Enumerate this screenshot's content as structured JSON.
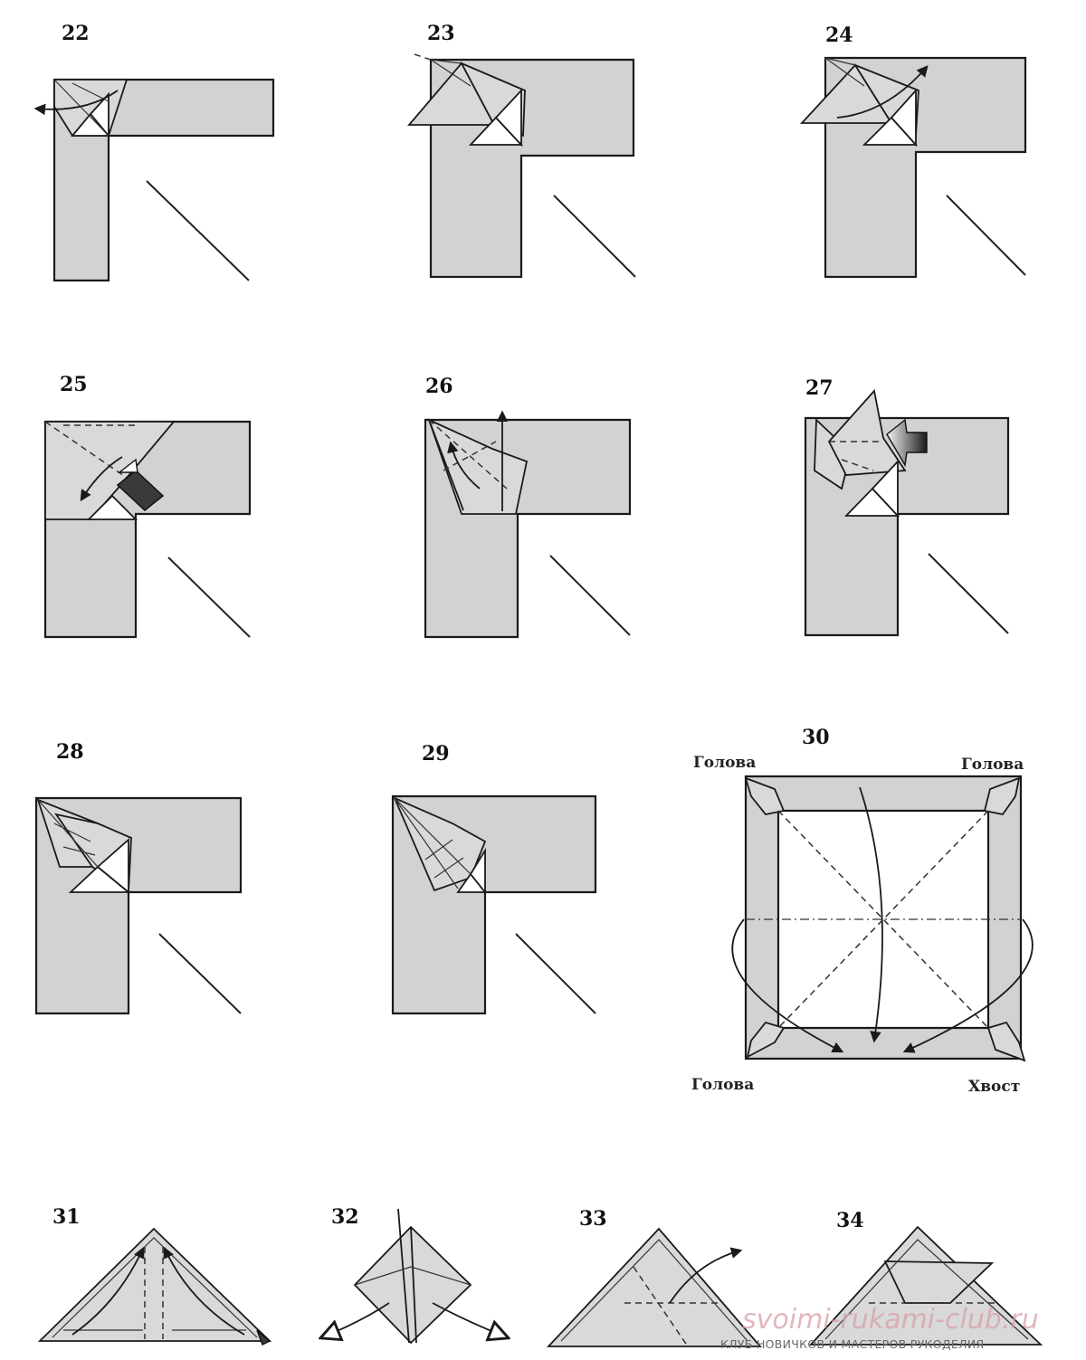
{
  "steps": {
    "s22": "22",
    "s23": "23",
    "s24": "24",
    "s25": "25",
    "s26": "26",
    "s27": "27",
    "s28": "28",
    "s29": "29",
    "s30": "30",
    "s31": "31",
    "s32": "32",
    "s33": "33",
    "s34": "34"
  },
  "labels": {
    "head_tl": "Голова",
    "head_tr": "Голова",
    "head_bl": "Голова",
    "tail_br": "Хвост"
  },
  "watermark": {
    "site": "svoimi-rukami-club.ru",
    "caption": "КЛУБ НОВИЧКОВ И МАСТЕРОВ РУКОДЕЛИЯ"
  }
}
